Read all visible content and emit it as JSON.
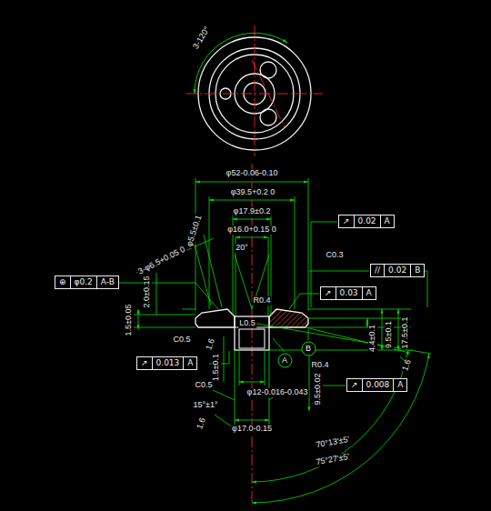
{
  "diagram": {
    "nodes": [
      {
        "text": [
          "↗",
          "0.02",
          "A"
        ]
      },
      {
        "text": [
          "//",
          "0.02",
          "B"
        ]
      },
      {
        "text": [
          "⊕",
          "φ0.2",
          "A-B"
        ]
      },
      {
        "text": [
          "↗",
          "0.03",
          "A"
        ]
      },
      {
        "text": [
          "B"
        ]
      },
      {
        "text": [
          "A"
        ]
      },
      {
        "text": [
          "↗",
          "0.013",
          "A"
        ]
      },
      {
        "text": [
          "↗",
          "0.008",
          "A"
        ]
      }
    ],
    "labels": [
      "3-120°",
      "φ52-0.06-0.10",
      "φ39.5+0.2 0",
      "φ17.9±0.2",
      "φ16.0+0.15 0",
      "20°",
      "R0.4",
      "C0.3",
      "3-φ6.5+0.05 0",
      "φ5.5±0.1",
      "2.0±0.15",
      "1.5±0.05",
      "C0.5",
      "1.6",
      "L0.5",
      "1.5±0.1",
      "C0.5",
      "15°±1°",
      "1.6",
      "φ17.0-0.15",
      "R0.4",
      "φ12-0.016-0.043",
      "9.5±0.02",
      "70°13'±5'",
      "75°27'±5'",
      "1.6",
      "4.4±0.1",
      "9.5±0.1",
      "17.5±0.1"
    ]
  }
}
